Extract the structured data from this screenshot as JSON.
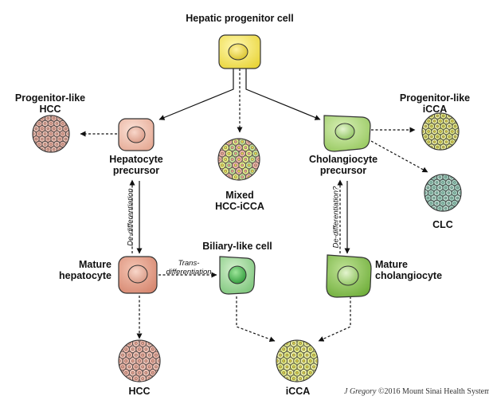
{
  "labels": {
    "progenitor": "Hepatic progenitor cell",
    "prog_hcc_1": "Progenitor-like",
    "prog_hcc_2": "HCC",
    "prog_icca_1": "Progenitor-like",
    "prog_icca_2": "iCCA",
    "hep_prec_1": "Hepatocyte",
    "hep_prec_2": "precursor",
    "chol_prec_1": "Cholangiocyte",
    "chol_prec_2": "precursor",
    "mixed_1": "Mixed",
    "mixed_2": "HCC-iCCA",
    "clc": "CLC",
    "mature_hep_1": "Mature",
    "mature_hep_2": "hepatocyte",
    "biliary": "Biliary-like cell",
    "mature_chol_1": "Mature",
    "mature_chol_2": "cholangiocyte",
    "hcc": "HCC",
    "icca": "iCCA"
  },
  "annotations": {
    "dediff_left": "De-differentiation",
    "dediff_right": "De-differentiation?",
    "transdiff_1": "Trans-",
    "transdiff_2": "differentiation"
  },
  "credit": {
    "author": "J Gregory",
    "text": "©2016 Mount Sinai Health System"
  },
  "colors": {
    "progenitor_fill": "#f5e66a",
    "hepatocyte_fill": "#f2c7b5",
    "hepatocyte_mature_fill": "#e7a790",
    "cholangiocyte_fill": "#b7dc88",
    "cholangiocyte_mature_fill": "#93c95c",
    "biliary_fill": "#8fd08a",
    "hcc_cluster_fill": "#f0b8aa",
    "icca_cluster_fill": "#e8ef8a",
    "clc_cluster_fill": "#a8d9c8"
  }
}
